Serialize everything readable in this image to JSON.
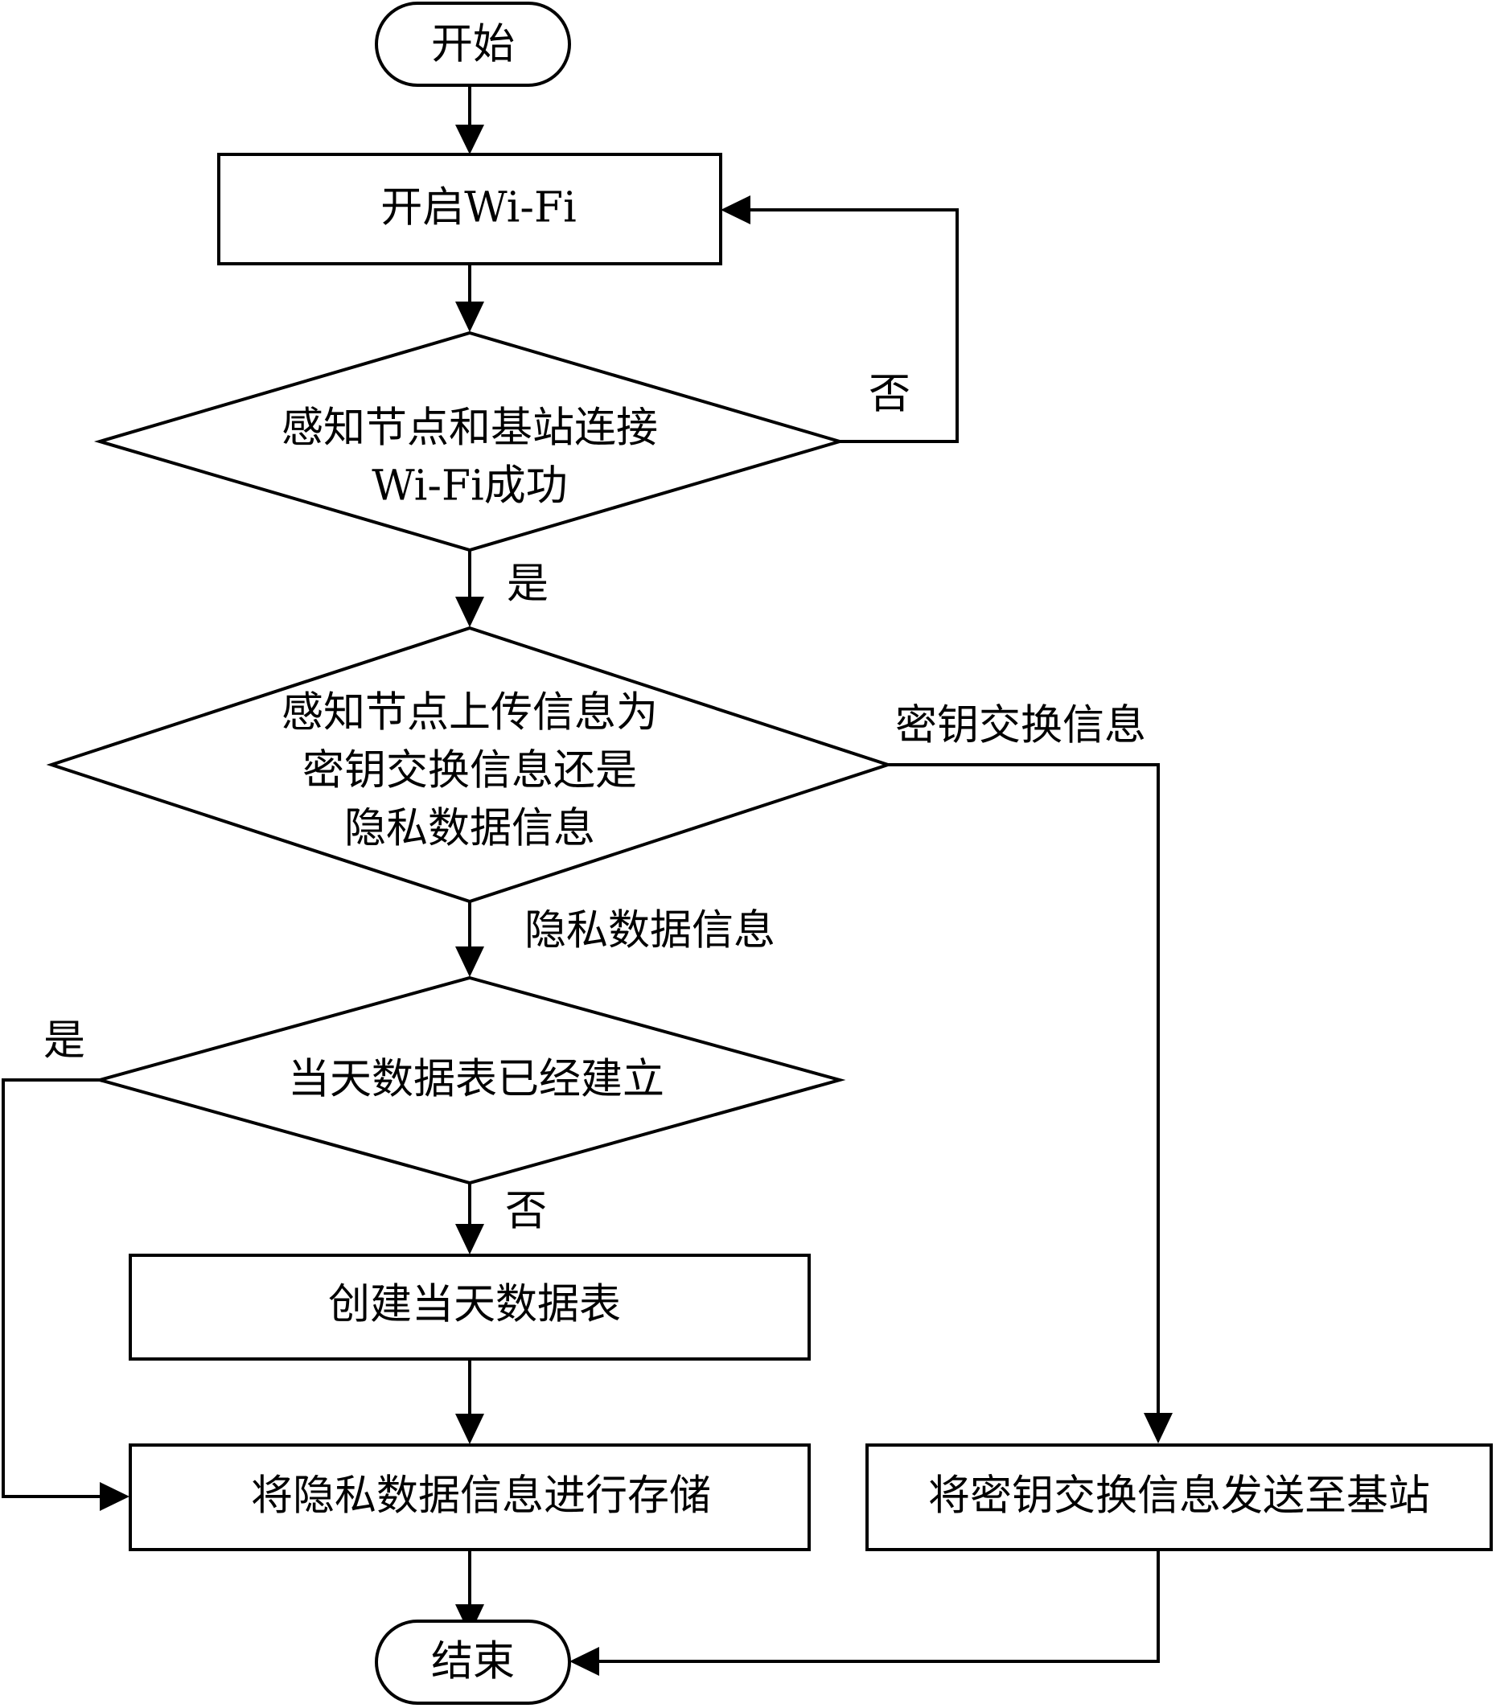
{
  "nodes": {
    "start": "开始",
    "open_wifi": "开启Wi-Fi",
    "wifi_check_line1": "感知节点和基站连接",
    "wifi_check_line2": "Wi-Fi成功",
    "upload_check_line1": "感知节点上传信息为",
    "upload_check_line2": "密钥交换信息还是",
    "upload_check_line3": "隐私数据信息",
    "table_check": "当天数据表已经建立",
    "create_table": "创建当天数据表",
    "store_data": "将隐私数据信息进行存储",
    "send_key": "将密钥交换信息发送至基站",
    "end": "结束"
  },
  "edges": {
    "wifi_no": "否",
    "wifi_yes": "是",
    "key_exchange": "密钥交换信息",
    "private_data": "隐私数据信息",
    "table_yes": "是",
    "table_no": "否"
  }
}
